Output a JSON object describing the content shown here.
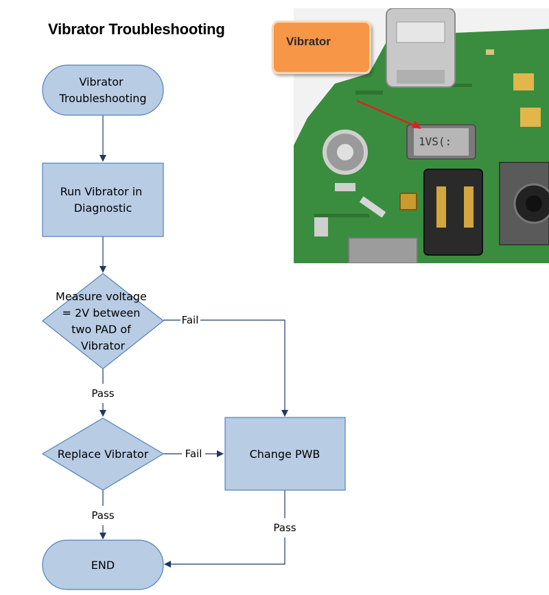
{
  "page_title": "Vibrator Troubleshooting",
  "callout_label": "Vibrator",
  "component_marking": "1VS(:",
  "flowchart": {
    "nodes": {
      "start": [
        "Vibrator",
        "Troubleshooting"
      ],
      "run_diag": [
        "Run Vibrator in",
        "Diagnostic"
      ],
      "measure": [
        "Measure voltage",
        "= 2V between",
        "two PAD of",
        "Vibrator"
      ],
      "replace": [
        "Replace Vibrator"
      ],
      "change_pwb": [
        "Change PWB"
      ],
      "end": [
        "END"
      ]
    },
    "edge_labels": {
      "measure_fail": "Fail",
      "measure_pass": "Pass",
      "replace_fail": "Fail",
      "replace_pass": "Pass",
      "pwb_pass": "Pass"
    }
  },
  "colors": {
    "node_fill": "#b8cce4",
    "node_stroke": "#4f81bd",
    "arrow": "#1f3864",
    "callout_fill": "#f79646",
    "pointer": "#e02020",
    "board_green": "#3a8d3e"
  }
}
